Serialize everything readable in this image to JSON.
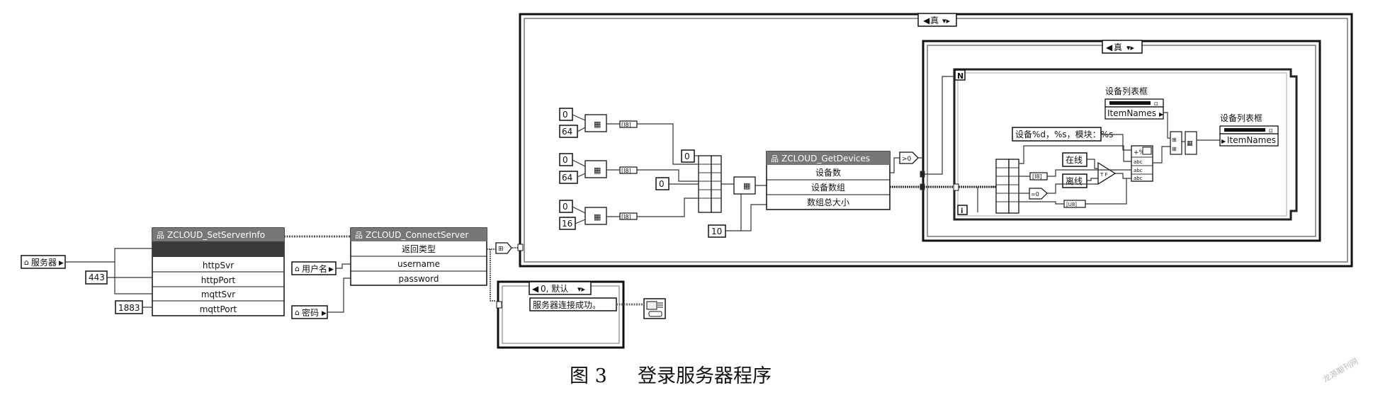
{
  "caption": {
    "figure_no": "图 3",
    "title": "登录服务器程序"
  },
  "controls": {
    "server": "服务器",
    "username": "用户名",
    "password": "密码"
  },
  "constants": {
    "http_port": "443",
    "mqtt_port": "1883",
    "c_zero_a": "0",
    "c_64_a": "64",
    "c_zero_b": "0",
    "c_64_b": "64",
    "c_zero_c": "0",
    "c_16": "16",
    "c_zero_d": "0",
    "c_zero_e": "0",
    "c_10": "10"
  },
  "set_server_info": {
    "title": "ZCLOUD_SetServerInfo",
    "terminals": [
      "httpSvr",
      "httpPort",
      "mqttSvr",
      "mqttPort"
    ]
  },
  "connect_server": {
    "title": "ZCLOUD_ConnectServer",
    "terminals": [
      "返回类型",
      "username",
      "password"
    ]
  },
  "get_devices": {
    "title": "ZCLOUD_GetDevices",
    "terminals": [
      "设备数",
      "设备数组",
      "数组总大小"
    ]
  },
  "case_structures": {
    "outer_selector": "真",
    "inner_selector": "真",
    "default_selector": "0, 默认"
  },
  "message": "服务器连接成功。",
  "for_loop": {
    "count": "N",
    "iteration": "i"
  },
  "format_string": "设备%d，%s，模块：%s",
  "status_online": "在线",
  "status_offline": "离线",
  "listbox": {
    "label_read": "设备列表框",
    "label_write": "设备列表框",
    "property_read": "ItemNames",
    "property_write": "ItemNames"
  },
  "watermark": "龙源期刊网"
}
